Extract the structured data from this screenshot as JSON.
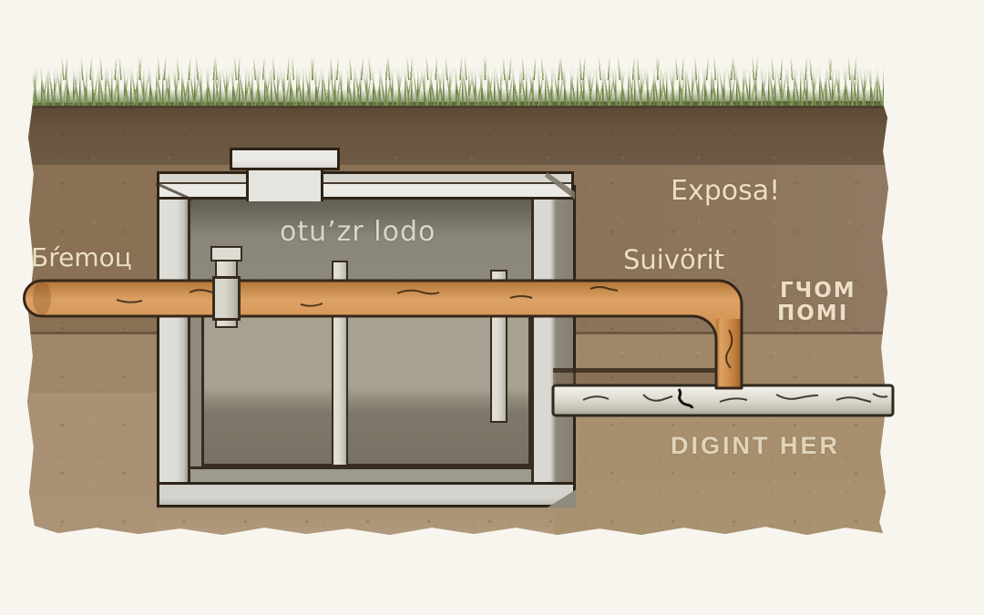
{
  "scene": {
    "title": "Septic tank cross-section illustration",
    "labels": {
      "inlet": "Бŕemoц",
      "tank_interior": "otu’zr lodo",
      "upper_right": "Exposa!",
      "mid_right": "Suivörit",
      "outlet_line1": "ГЧОМ",
      "outlet_line2": "ПОМІ",
      "drain_field": "DIGINT HER"
    },
    "colors": {
      "background": "#f7f5ee",
      "grass": "#7c9150",
      "topsoil": "#68553f",
      "subsoil": "#8c7358",
      "deep_soil": "#a08a6b",
      "concrete": "#e8e7e1",
      "tank_interior": "#8a8679",
      "inlet_pipe_orange": "#c98348",
      "outlet_pipe_white": "#ddDad0",
      "outline": "#35271a",
      "label_text": "#ecdfc6"
    }
  }
}
